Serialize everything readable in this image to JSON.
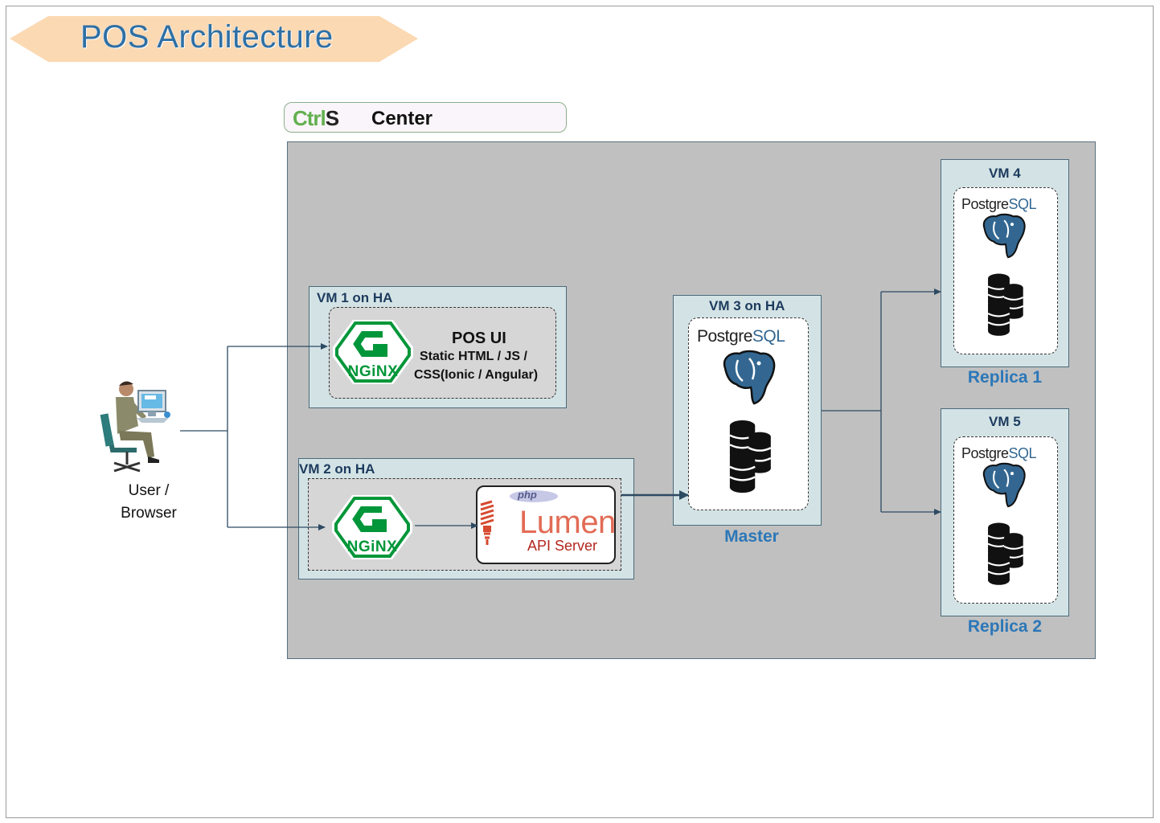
{
  "title": "POS Architecture",
  "datacenter": {
    "logo_main": "Ctrl",
    "logo_s": "S",
    "label": "Center"
  },
  "user": {
    "label_line1": "User /",
    "label_line2": "Browser"
  },
  "vm1": {
    "title": "VM 1 on HA",
    "app_title": "POS UI",
    "app_line1": "Static HTML / JS /",
    "app_line2": "CSS(Ionic / Angular)",
    "nginx": "NGiNX"
  },
  "vm2": {
    "title": "VM 2 on HA",
    "nginx": "NGiNX",
    "php": "php",
    "lumen": "Lumen",
    "api": "API Server"
  },
  "vm3": {
    "title": "VM 3 on HA",
    "pg_main": "Postgre",
    "pg_sql": "SQL",
    "role": "Master"
  },
  "vm4": {
    "title": "VM 4",
    "pg_main": "Postgre",
    "pg_sql": "SQL",
    "role": "Replica 1"
  },
  "vm5": {
    "title": "VM 5",
    "pg_main": "Postgre",
    "pg_sql": "SQL",
    "role": "Replica 2"
  },
  "colors": {
    "nginx_green": "#009639",
    "postgres_blue": "#336791",
    "role_blue": "#2b77b8",
    "vm_fill": "#d3e3e5",
    "dc_fill": "#c0c0c0"
  }
}
